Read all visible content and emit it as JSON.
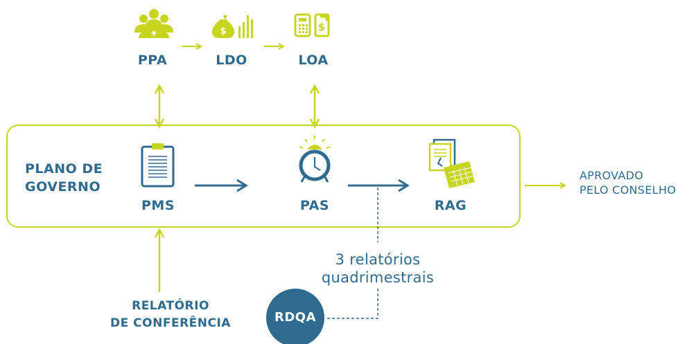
{
  "top_stage": {
    "ppa": "PPA",
    "ldo": "LDO",
    "loa": "LOA"
  },
  "box": {
    "title_line1": "PLANO DE",
    "title_line2": "GOVERNO",
    "pms": "PMS",
    "pas": "PAS",
    "rag": "RAG"
  },
  "output": {
    "line1": "APROVADO",
    "line2": "PELO CONSELHO"
  },
  "reports": {
    "line1": "3 relatórios",
    "line2": "quadrimestrais"
  },
  "conference": {
    "line1": "RELATÓRIO",
    "line2": "DE CONFERÊNCIA"
  },
  "rdqa": "RDQA",
  "colors": {
    "lime": "#c8d51e",
    "blue": "#2e6b8e"
  }
}
